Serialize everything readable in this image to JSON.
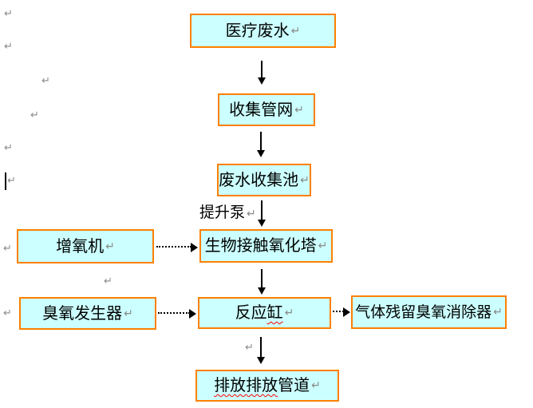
{
  "marks": {
    "pilcrow": "↵"
  },
  "colors": {
    "box_fill": "#ccffff",
    "box_border": "#ff8000",
    "arrow": "#000000",
    "pilcrow_gray": "#8a8a8a",
    "spellcheck_red": "#ff0000"
  },
  "labels": {
    "lift_pump": "提升泵"
  },
  "nodes": {
    "medical": {
      "label": "医疗废水"
    },
    "network": {
      "label": "收集管网"
    },
    "pool": {
      "label": "废水收集池"
    },
    "aerator": {
      "label": "增氧机"
    },
    "biotower": {
      "label": "生物接触氧化塔"
    },
    "ozone_generator": {
      "label": "臭氧发生器"
    },
    "reactor": {
      "label_plain": "反应",
      "label_misspelled": "缸"
    },
    "eliminator": {
      "label": "气体残留臭氧消除器"
    },
    "discharge": {
      "label_misspelled": "排放排放",
      "label_plain": "管道"
    }
  },
  "edges": [
    {
      "from": "medical",
      "to": "network",
      "style": "solid-arrow"
    },
    {
      "from": "network",
      "to": "pool",
      "style": "solid-arrow"
    },
    {
      "from": "pool",
      "to": "biotower",
      "style": "solid-arrow",
      "label": "提升泵"
    },
    {
      "from": "biotower",
      "to": "reactor",
      "style": "solid-arrow"
    },
    {
      "from": "reactor",
      "to": "discharge",
      "style": "solid-arrow"
    },
    {
      "from": "aerator",
      "to": "biotower",
      "style": "dotted-arrow"
    },
    {
      "from": "ozone_generator",
      "to": "reactor",
      "style": "dotted-arrow"
    },
    {
      "from": "reactor",
      "to": "eliminator",
      "style": "dotted-arrow"
    }
  ]
}
